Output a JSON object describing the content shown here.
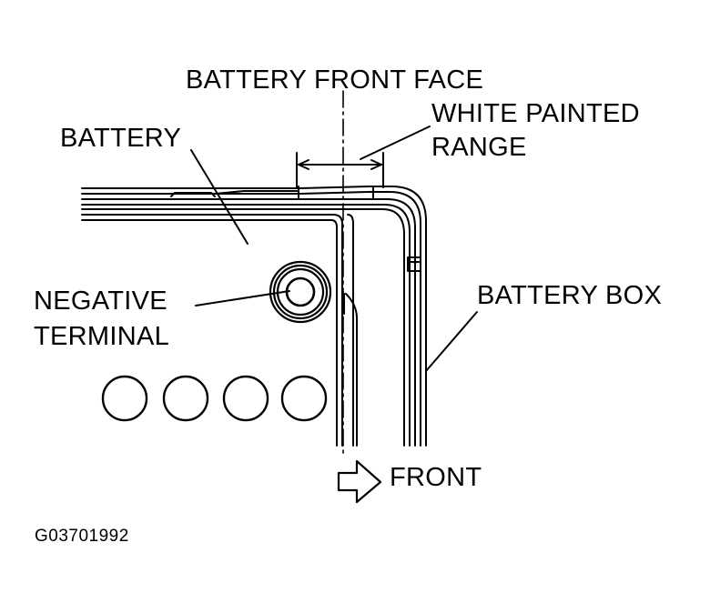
{
  "labels": {
    "battery_front_face": "BATTERY FRONT FACE",
    "white_painted_line1": "WHITE PAINTED",
    "white_painted_line2": "RANGE",
    "battery": "BATTERY",
    "negative_line1": "NEGATIVE",
    "negative_line2": "TERMINAL",
    "battery_box": "BATTERY BOX",
    "front": "FRONT"
  },
  "figure_code": "G03701992"
}
